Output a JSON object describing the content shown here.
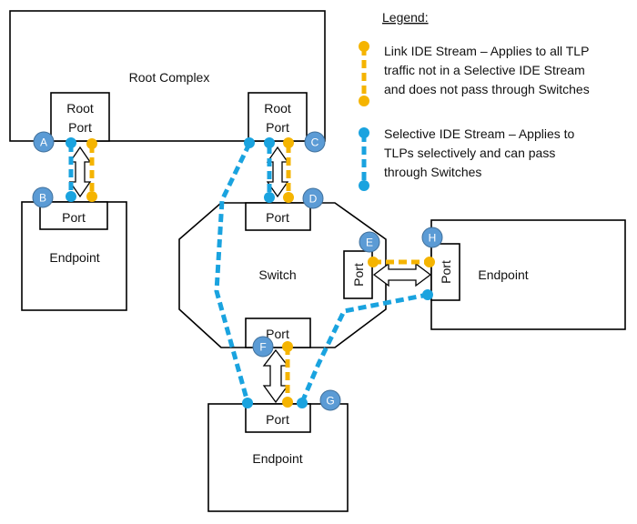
{
  "legend": {
    "title": "Legend:",
    "link_stream": [
      "Link IDE Stream – Applies to all TLP",
      "traffic not in a Selective IDE Stream",
      "and does not pass through Switches"
    ],
    "selective_stream": [
      "Selective IDE Stream – Applies to",
      "TLPs selectively and can pass",
      "through Switches"
    ]
  },
  "components": {
    "root_complex": "Root Complex",
    "root_port": [
      "Root",
      "Port"
    ],
    "port": "Port",
    "endpoint": "Endpoint",
    "switch": "Switch"
  },
  "markers": [
    "A",
    "B",
    "C",
    "D",
    "E",
    "F",
    "G",
    "H"
  ],
  "colors": {
    "link_ide": "#f5b400",
    "selective_ide": "#1aa3df",
    "marker": "#5b9bd5"
  }
}
